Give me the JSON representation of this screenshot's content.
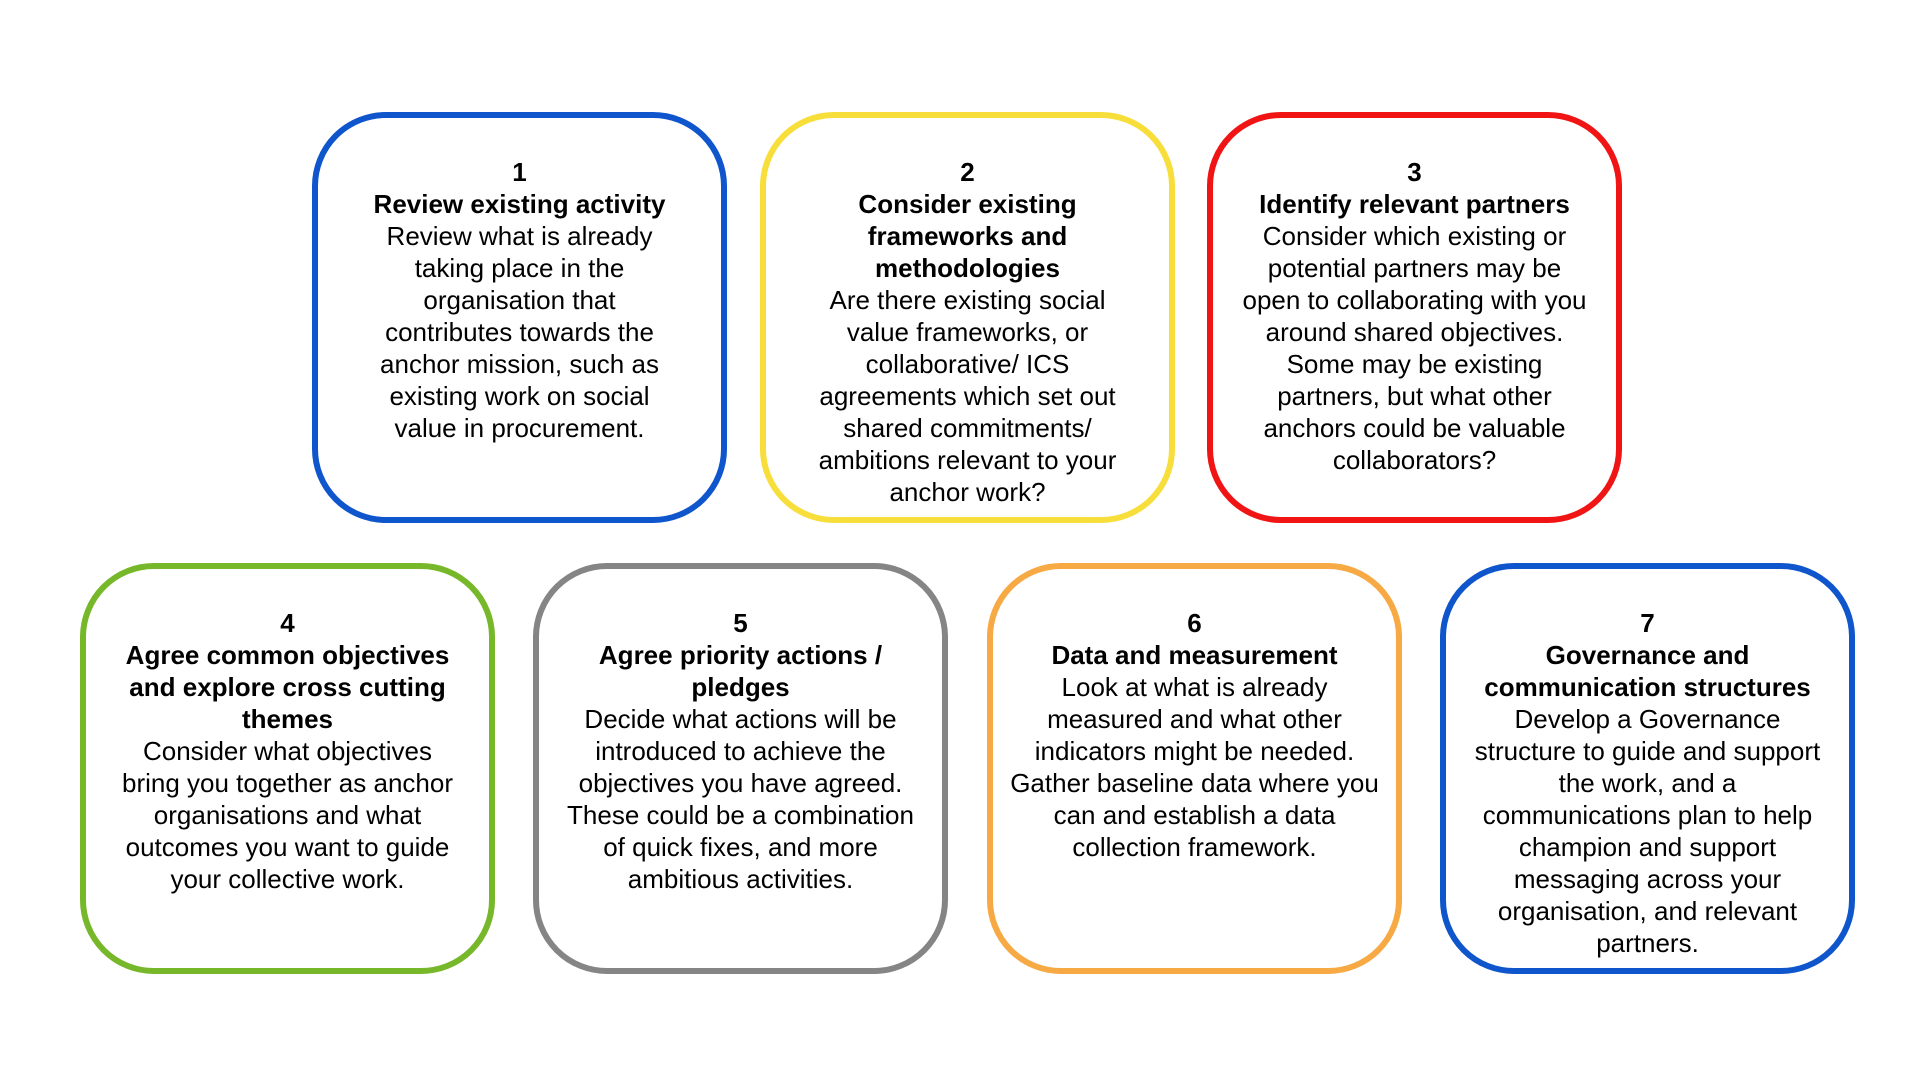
{
  "steps": [
    {
      "number": "1",
      "title": "Review existing activity",
      "description": "Review what is already taking place in the organisation that contributes towards the anchor mission, such as existing work on social value in procurement.",
      "color": "#0f55cc"
    },
    {
      "number": "2",
      "title": "Consider existing frameworks and methodologies",
      "description": "Are there existing social value frameworks, or collaborative/ ICS agreements which set out shared commitments/ ambitions relevant to your anchor work?",
      "color": "#f7de3a"
    },
    {
      "number": "3",
      "title": "Identify relevant partners",
      "description": "Consider which existing or potential partners may be open to collaborating with you around shared objectives. Some may be existing partners, but what other anchors could be valuable collaborators?",
      "color": "#f01414"
    },
    {
      "number": "4",
      "title": "Agree common objectives and explore cross cutting themes",
      "description": "Consider what objectives bring you together as anchor organisations and what outcomes you want to guide your collective work.",
      "color": "#76b82a"
    },
    {
      "number": "5",
      "title": "Agree priority actions / pledges",
      "description": "Decide what actions will be introduced to achieve the objectives you have agreed. These could be a combination of quick fixes, and more ambitious activities.",
      "color": "#858585"
    },
    {
      "number": "6",
      "title": "Data and measurement",
      "description": "Look at what is already measured and what other indicators might be needed. Gather baseline data where you can and establish a data collection framework.",
      "color": "#f7a944"
    },
    {
      "number": "7",
      "title": "Governance and communication structures",
      "description": "Develop a Governance structure to guide and support the work, and a communications plan to help champion and support messaging across your organisation, and relevant partners.",
      "color": "#0f55cc"
    }
  ]
}
